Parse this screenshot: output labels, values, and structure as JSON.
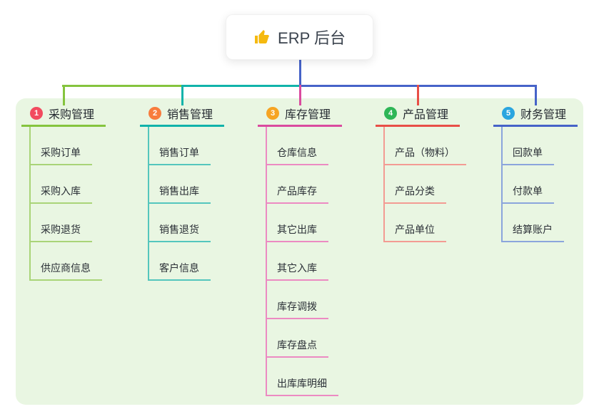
{
  "root": {
    "label": "ERP 后台",
    "icon": "thumbs-up-icon",
    "icon_color": "#f5b90f"
  },
  "panel_bg": "#e9f6e2",
  "branches": [
    {
      "num": "1",
      "label": "采购管理",
      "badge_color": "#f24b5f",
      "line_color": "#85c43e",
      "sub_line_color": "#a9d478",
      "items": [
        "采购订单",
        "采购入库",
        "采购退货",
        "供应商信息"
      ]
    },
    {
      "num": "2",
      "label": "销售管理",
      "badge_color": "#f87c3d",
      "line_color": "#11b3aa",
      "sub_line_color": "#54c6bd",
      "items": [
        "销售订单",
        "销售出库",
        "销售退货",
        "客户信息"
      ]
    },
    {
      "num": "3",
      "label": "库存管理",
      "badge_color": "#f6a423",
      "line_color": "#da4b9f",
      "sub_line_color": "#ec8ac2",
      "items": [
        "仓库信息",
        "产品库存",
        "其它出库",
        "其它入库",
        "库存调拨",
        "库存盘点",
        "出库库明细"
      ]
    },
    {
      "num": "4",
      "label": "产品管理",
      "badge_color": "#2eb657",
      "line_color": "#e84f47",
      "sub_line_color": "#f39b93",
      "items": [
        "产品（物料）",
        "产品分类",
        "产品单位"
      ]
    },
    {
      "num": "5",
      "label": "财务管理",
      "badge_color": "#2aa5df",
      "line_color": "#4663c8",
      "sub_line_color": "#8ba5dc",
      "items": [
        "回款单",
        "付款单",
        "结算账户"
      ]
    }
  ]
}
